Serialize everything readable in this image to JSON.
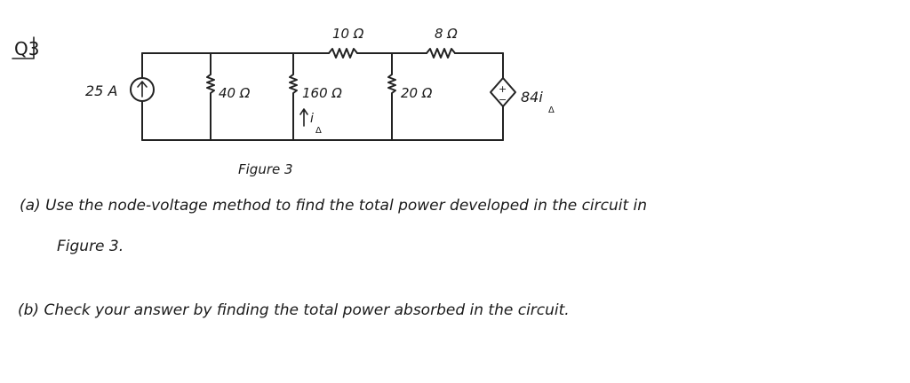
{
  "problem": {
    "number": "Q3",
    "figure_caption": "Figure 3",
    "part_a_line1": "(a) Use the node-voltage method to find the total power developed in the circuit in",
    "part_a_line2": "Figure 3.",
    "part_b": "(b) Check your answer by finding the total power absorbed in the circuit."
  },
  "circuit": {
    "current_source": "25 A",
    "r_shunt_1": "40 Ω",
    "r_shunt_2": "160 Ω",
    "r_shunt_3": "20 Ω",
    "r_series_1": "10 Ω",
    "r_series_2": "8 Ω",
    "dependent_source": "84i",
    "dependent_source_sub": "Δ",
    "control_current": "i",
    "control_current_sub": "Δ",
    "plus_sign": "+",
    "minus_sign": "−"
  }
}
